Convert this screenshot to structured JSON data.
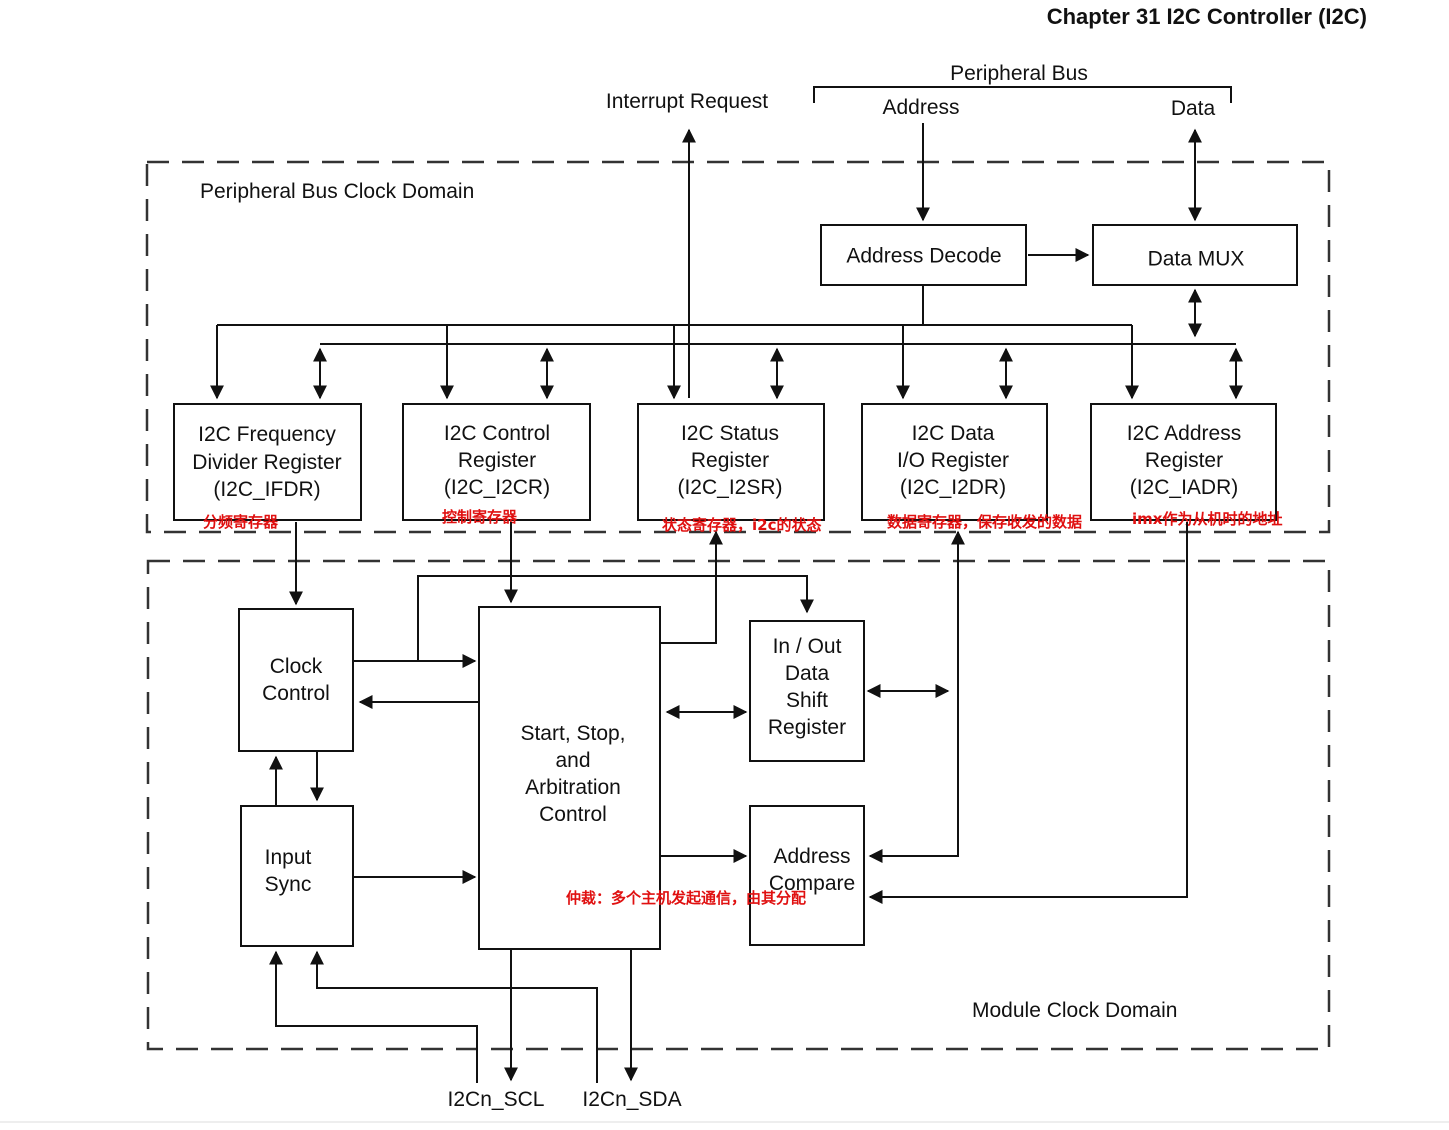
{
  "header": {
    "title": "Chapter 31 I2C Controller (I2C)"
  },
  "top_labels": {
    "interrupt_request": "Interrupt Request",
    "peripheral_bus": "Peripheral Bus",
    "address": "Address",
    "data": "Data"
  },
  "domains": {
    "peripheral_bus_clock": "Peripheral Bus Clock Domain",
    "module_clock": "Module Clock Domain"
  },
  "blocks": {
    "address_decode": "Address Decode",
    "data_mux": "Data MUX",
    "ifdr": [
      "I2C Frequency",
      "Divider Register",
      "(I2C_IFDR)"
    ],
    "i2cr": [
      "I2C Control",
      "Register",
      "(I2C_I2CR)"
    ],
    "i2sr": [
      "I2C Status",
      "Register",
      "(I2C_I2SR)"
    ],
    "i2dr": [
      "I2C Data",
      "I/O Register",
      "(I2C_I2DR)"
    ],
    "iadr": [
      "I2C Address",
      "Register",
      "(I2C_IADR)"
    ],
    "clock_control": [
      "Clock",
      "Control"
    ],
    "input_sync": [
      "Input",
      "Sync"
    ],
    "arbitration": [
      "Start,  Stop,",
      "and",
      "Arbitration",
      "Control"
    ],
    "shift_register": [
      "In / Out",
      "Data",
      "Shift",
      "Register"
    ],
    "address_compare": [
      "Address",
      "Compare"
    ]
  },
  "pins": {
    "scl": "I2Cn_SCL",
    "sda": "I2Cn_SDA"
  },
  "annotations": {
    "ifdr": "分频寄存器",
    "i2cr": "控制寄存器",
    "i2sr": "状态寄存器，i2c的状态",
    "i2dr": "数据寄存器，保存收发的数据",
    "iadr": "imx作为从机时的地址",
    "arbitration": "仲裁：多个主机发起通信，由其分配"
  },
  "colors": {
    "annotation": "#e01010",
    "line": "#111111"
  }
}
